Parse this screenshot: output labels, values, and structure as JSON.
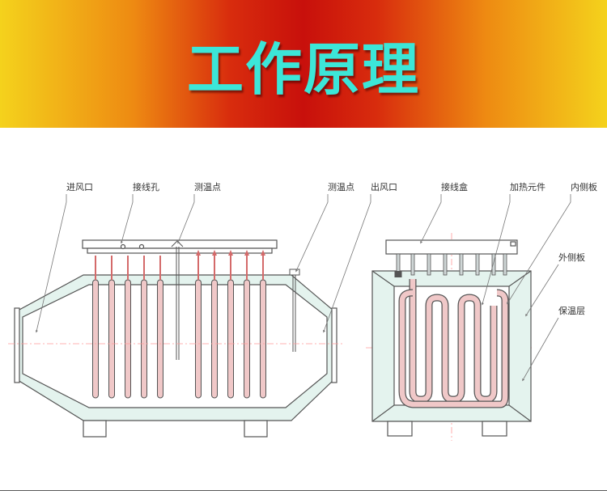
{
  "title": "工作原理",
  "colors": {
    "banner_yellow": "#f4d21c",
    "banner_red": "#c8100c",
    "title_cyan": "#3ce6d8",
    "insulation": "#e4f3ee",
    "heater_element": "#f0c8c8",
    "line": "#555555"
  },
  "labels": {
    "inlet": "进风口",
    "wiring_hole": "接线孔",
    "temp_point_left": "测温点",
    "temp_point_right": "测温点",
    "outlet": "出风口",
    "junction_box": "接线盒",
    "heating_element": "加热元件",
    "inner_panel": "内侧板",
    "outer_panel": "外侧板",
    "insulation_layer": "保温层"
  }
}
